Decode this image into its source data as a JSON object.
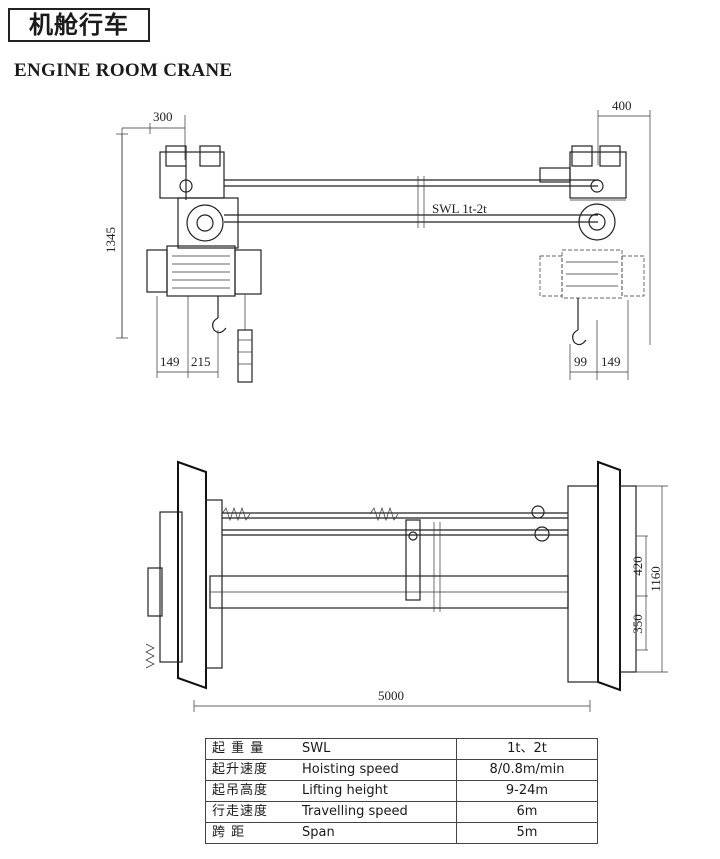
{
  "title_cn": "机舱行车",
  "title_en": "ENGINE ROOM CRANE",
  "elevation": {
    "label_swl": "SWL 1t-2t",
    "dim_300": "300",
    "dim_400": "400",
    "dim_1345": "1345",
    "dim_149_left": "149",
    "dim_215": "215",
    "dim_99": "99",
    "dim_149_right": "149"
  },
  "plan": {
    "dim_5000": "5000",
    "dim_420": "420",
    "dim_1160": "1160",
    "dim_350": "350"
  },
  "specs": [
    {
      "cn": "起 重 量",
      "en": "SWL",
      "value": "1t、2t"
    },
    {
      "cn": "起升速度",
      "en": "Hoisting speed",
      "value": "8/0.8m/min"
    },
    {
      "cn": "起吊高度",
      "en": "Lifting height",
      "value": "9-24m"
    },
    {
      "cn": "行走速度",
      "en": "Travelling speed",
      "value": "6m"
    },
    {
      "cn": "跨    距",
      "en": "Span",
      "value": "5m"
    }
  ]
}
